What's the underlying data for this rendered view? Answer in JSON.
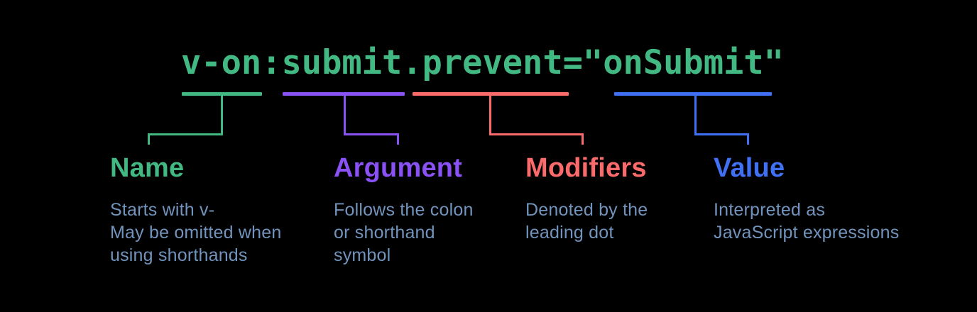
{
  "code": {
    "text": "v-on:submit.prevent=\"onSubmit\"",
    "color": "#42b883"
  },
  "colors": {
    "background": "#000000",
    "description_text": "#7193bc"
  },
  "sections": [
    {
      "title": "Name",
      "color": "#42b883",
      "description": "Starts with v-\nMay be omitted when\nusing shorthands"
    },
    {
      "title": "Argument",
      "color": "#8a51f4",
      "description": "Follows the colon\nor shorthand\nsymbol"
    },
    {
      "title": "Modifiers",
      "color": "#fb6b6b",
      "description": "Denoted by the\nleading dot"
    },
    {
      "title": "Value",
      "color": "#4070f4",
      "description": "Interpreted as\nJavaScript expressions"
    }
  ]
}
